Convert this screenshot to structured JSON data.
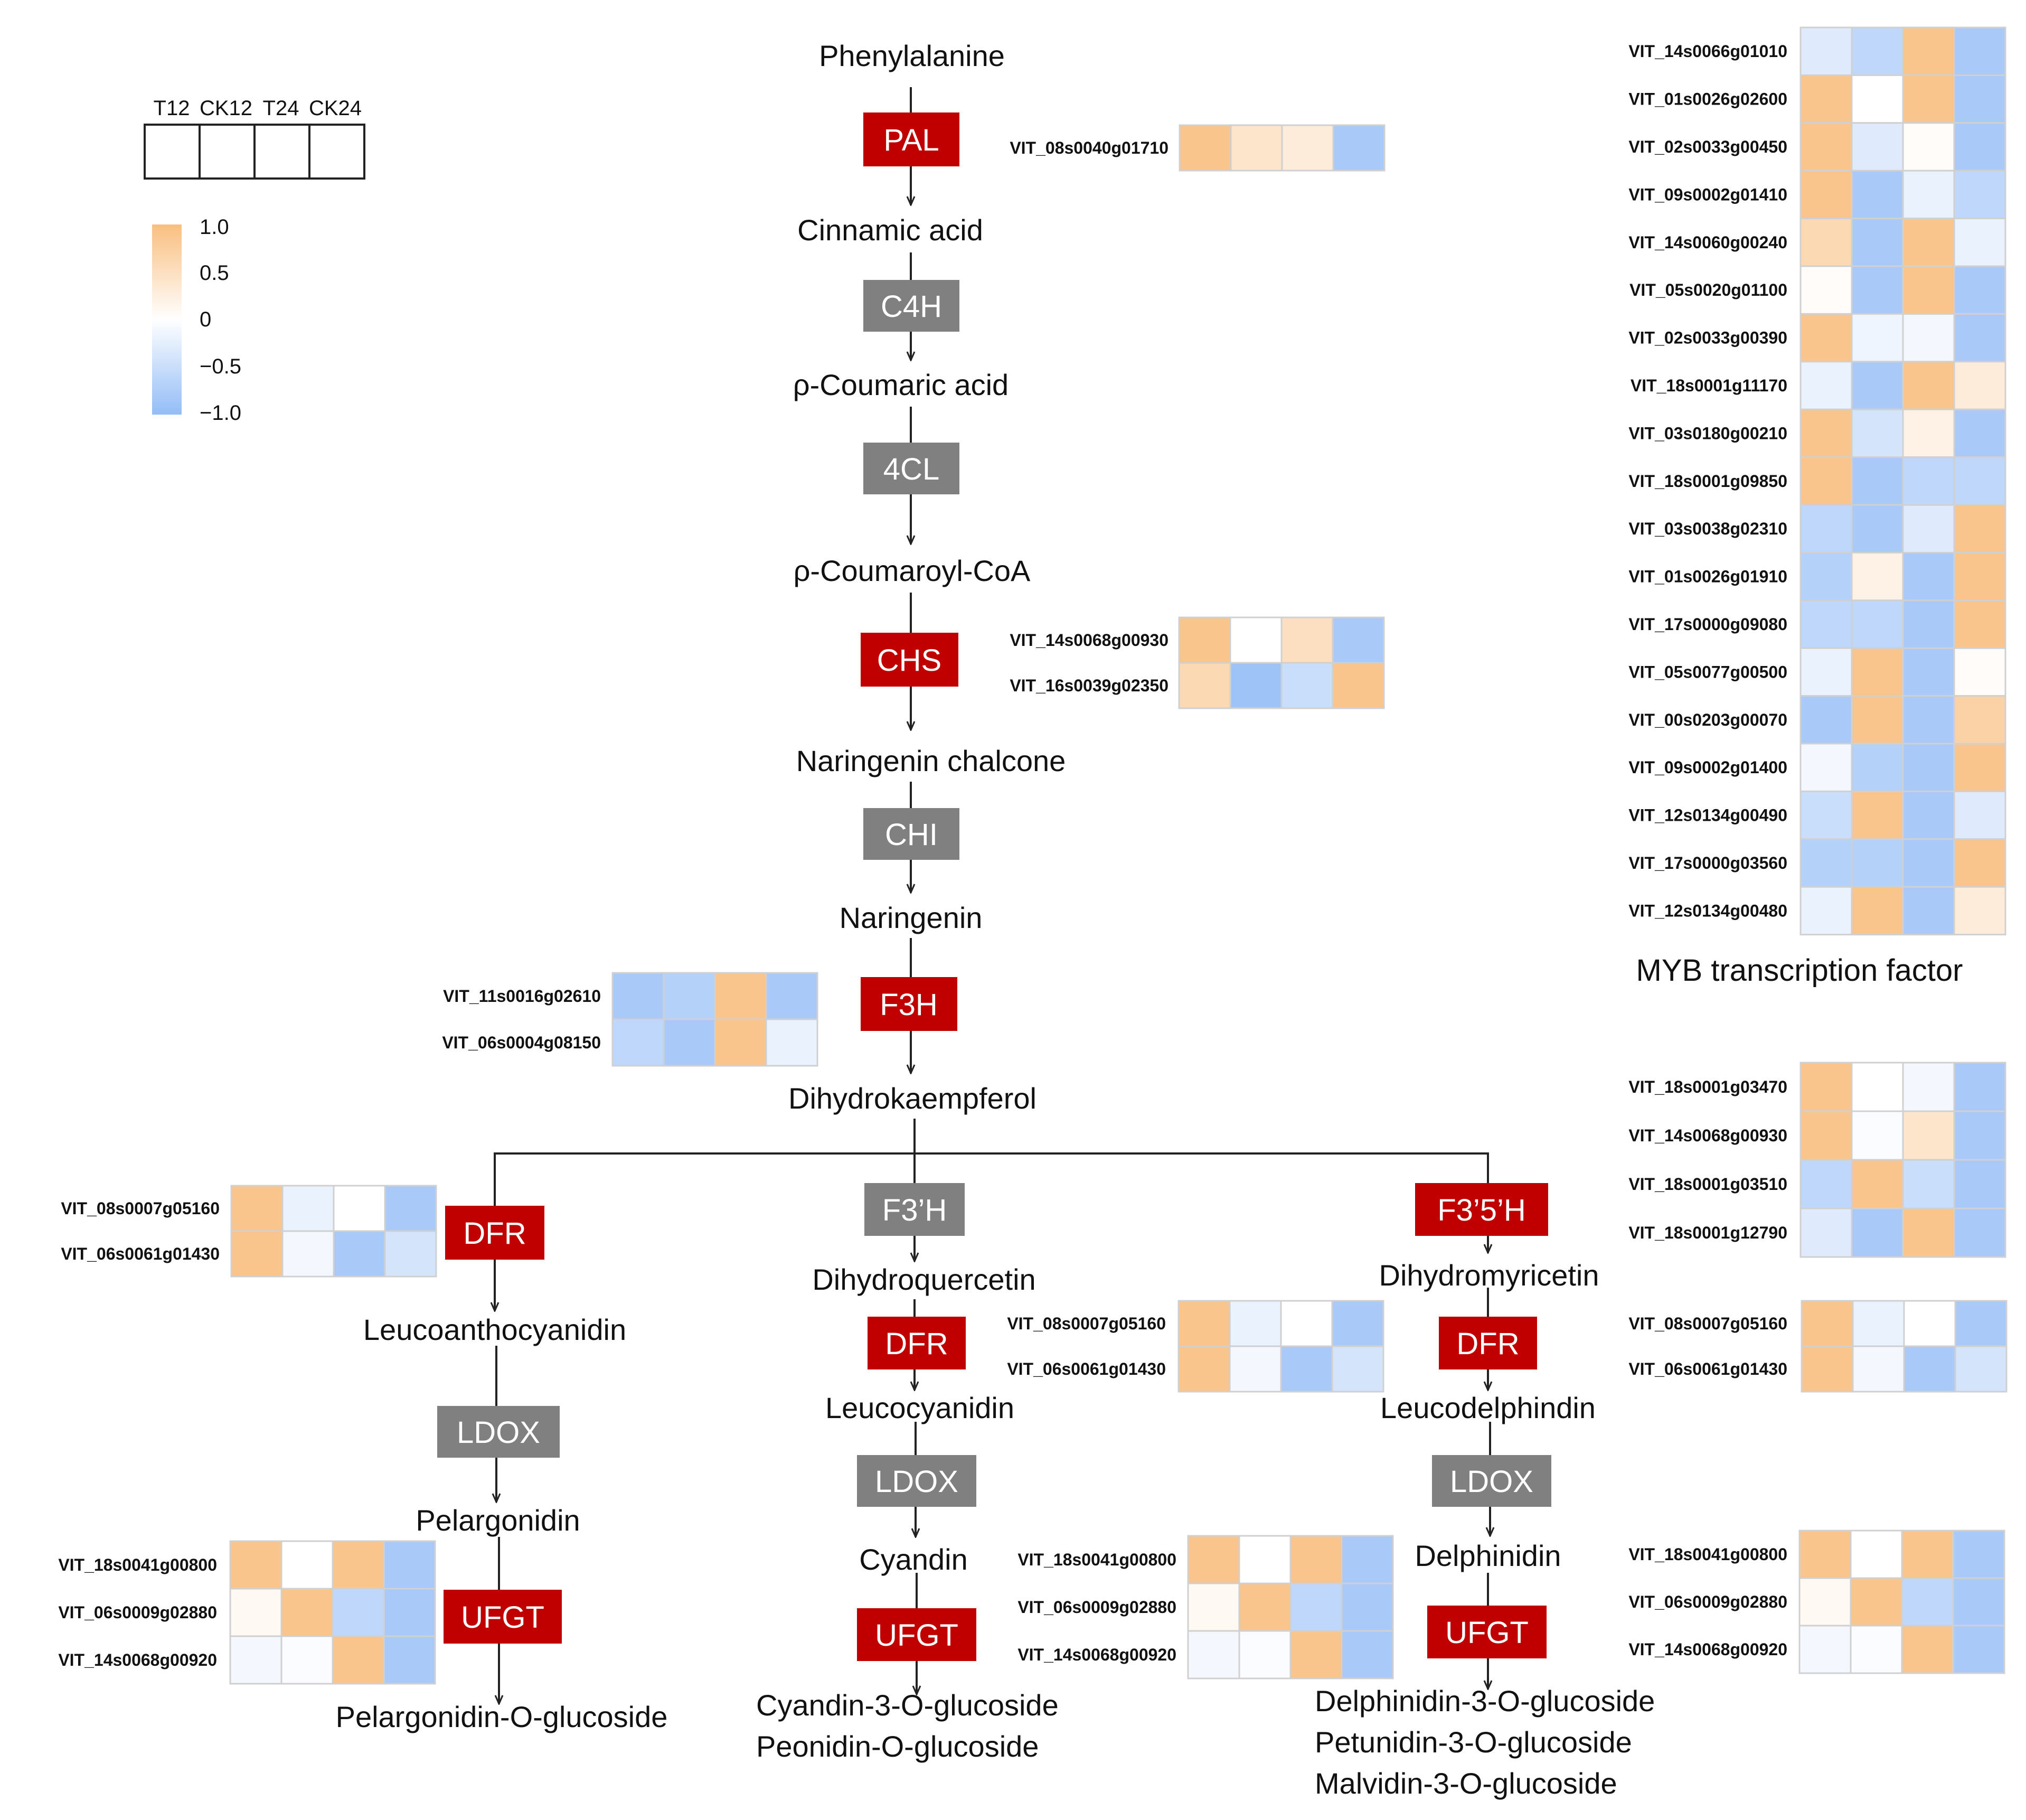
{
  "colors": {
    "enzyme_highlight": "#c00000",
    "enzyme_neutral": "#808080",
    "scale_high": "#f9bf80",
    "scale_mid": "#ffffff",
    "scale_low": "#93bdf6"
  },
  "legend": {
    "samples": [
      "T12",
      "CK12",
      "T24",
      "CK24"
    ],
    "scale_ticks": [
      "1.0",
      "0.5",
      "0",
      "−0.5",
      "−1.0"
    ]
  },
  "metabolites": {
    "phenylalanine": "Phenylalanine",
    "cinnamic_acid": "Cinnamic acid",
    "coumaric_acid": "ρ-Coumaric acid",
    "coumaroyl_coa": "ρ-Coumaroyl-CoA",
    "naringenin_chalcone": "Naringenin chalcone",
    "naringenin": "Naringenin",
    "dihydrokaempferol": "Dihydrokaempferol",
    "leucoanthocyanidin": "Leucoanthocyanidin",
    "pelargonidin": "Pelargonidin",
    "pelargonidin_glucoside": "Pelargonidin-O-glucoside",
    "dihydroquercetin": "Dihydroquercetin",
    "leucocyanidin": "Leucocyanidin",
    "cyandin": "Cyandin",
    "cyandin_glucoside": "Cyandin-3-O-glucoside",
    "peonidin_glucoside": "Peonidin-O-glucoside",
    "dihydromyricetin": "Dihydromyricetin",
    "leucodelphindin": "Leucodelphindin",
    "delphinidin": "Delphinidin",
    "delphinidin_glucoside": "Delphinidin-3-O-glucoside",
    "petunidin_glucoside": "Petunidin-3-O-glucoside",
    "malvidin_glucoside": "Malvidin-3-O-glucoside"
  },
  "enzymes": {
    "pal": "PAL",
    "c4h": "C4H",
    "cl4": "4CL",
    "chs": "CHS",
    "chi": "CHI",
    "f3h": "F3H",
    "f3ph": "F3’H",
    "f35h": "F3’5’H",
    "dfr_left": "DFR",
    "dfr_mid": "DFR",
    "dfr_right": "DFR",
    "ldox_left": "LDOX",
    "ldox_mid": "LDOX",
    "ldox_right": "LDOX",
    "ufgt_left": "UFGT",
    "ufgt_mid": "UFGT",
    "ufgt_right": "UFGT"
  },
  "heatmaps": {
    "pal": [
      {
        "gene": "VIT_08s0040g01710",
        "values": [
          0.9,
          0.4,
          0.3,
          -0.8
        ]
      }
    ],
    "chs": [
      {
        "gene": "VIT_14s0068g00930",
        "values": [
          0.9,
          0.0,
          0.5,
          -0.8
        ]
      },
      {
        "gene": "VIT_16s0039g02350",
        "values": [
          0.6,
          -0.9,
          -0.5,
          0.9
        ]
      }
    ],
    "f3h": [
      {
        "gene": "VIT_11s0016g02610",
        "values": [
          -0.8,
          -0.7,
          0.9,
          -0.8
        ]
      },
      {
        "gene": "VIT_06s0004g08150",
        "values": [
          -0.6,
          -0.8,
          0.9,
          -0.2
        ]
      }
    ],
    "dfr_left": [
      {
        "gene": "VIT_08s0007g05160",
        "values": [
          0.9,
          -0.2,
          0.0,
          -0.8
        ]
      },
      {
        "gene": "VIT_06s0061g01430",
        "values": [
          0.9,
          -0.1,
          -0.8,
          -0.4
        ]
      }
    ],
    "dfr_mid": [
      {
        "gene": "VIT_08s0007g05160",
        "values": [
          0.9,
          -0.2,
          0.0,
          -0.8
        ]
      },
      {
        "gene": "VIT_06s0061g01430",
        "values": [
          0.9,
          -0.1,
          -0.8,
          -0.4
        ]
      }
    ],
    "dfr_right": [
      {
        "gene": "VIT_08s0007g05160",
        "values": [
          0.9,
          -0.2,
          0.0,
          -0.8
        ]
      },
      {
        "gene": "VIT_06s0061g01430",
        "values": [
          0.9,
          -0.1,
          -0.8,
          -0.4
        ]
      }
    ],
    "ufgt_left": [
      {
        "gene": "VIT_18s0041g00800",
        "values": [
          0.9,
          0.0,
          0.9,
          -0.8
        ]
      },
      {
        "gene": "VIT_06s0009g02880",
        "values": [
          0.1,
          0.9,
          -0.6,
          -0.8
        ]
      },
      {
        "gene": "VIT_14s0068g00920",
        "values": [
          -0.1,
          -0.05,
          0.9,
          -0.8
        ]
      }
    ],
    "ufgt_mid": [
      {
        "gene": "VIT_18s0041g00800",
        "values": [
          0.9,
          0.0,
          0.9,
          -0.8
        ]
      },
      {
        "gene": "VIT_06s0009g02880",
        "values": [
          0.1,
          0.9,
          -0.6,
          -0.8
        ]
      },
      {
        "gene": "VIT_14s0068g00920",
        "values": [
          -0.1,
          -0.05,
          0.9,
          -0.8
        ]
      }
    ],
    "ufgt_right": [
      {
        "gene": "VIT_18s0041g00800",
        "values": [
          0.9,
          0.0,
          0.9,
          -0.8
        ]
      },
      {
        "gene": "VIT_06s0009g02880",
        "values": [
          0.1,
          0.9,
          -0.6,
          -0.8
        ]
      },
      {
        "gene": "VIT_14s0068g00920",
        "values": [
          -0.1,
          -0.05,
          0.9,
          -0.8
        ]
      }
    ],
    "f35h": [
      {
        "gene": "VIT_18s0001g03470",
        "values": [
          0.9,
          0.0,
          -0.1,
          -0.8
        ]
      },
      {
        "gene": "VIT_14s0068g00930",
        "values": [
          0.9,
          -0.05,
          0.4,
          -0.8
        ]
      },
      {
        "gene": "VIT_18s0001g03510",
        "values": [
          -0.6,
          0.9,
          -0.5,
          -0.8
        ]
      },
      {
        "gene": "VIT_18s0001g12790",
        "values": [
          -0.3,
          -0.8,
          0.9,
          -0.8
        ]
      }
    ],
    "myb": [
      {
        "gene": "VIT_14s0066g01010",
        "values": [
          -0.3,
          -0.6,
          0.9,
          -0.8
        ]
      },
      {
        "gene": "VIT_01s0026g02600",
        "values": [
          0.9,
          0.0,
          0.9,
          -0.8
        ]
      },
      {
        "gene": "VIT_02s0033g00450",
        "values": [
          0.9,
          -0.3,
          0.05,
          -0.8
        ]
      },
      {
        "gene": "VIT_09s0002g01410",
        "values": [
          0.9,
          -0.8,
          -0.2,
          -0.6
        ]
      },
      {
        "gene": "VIT_14s0060g00240",
        "values": [
          0.6,
          -0.8,
          0.9,
          -0.2
        ]
      },
      {
        "gene": "VIT_05s0020g01100",
        "values": [
          0.05,
          -0.8,
          0.9,
          -0.8
        ]
      },
      {
        "gene": "VIT_02s0033g00390",
        "values": [
          0.9,
          -0.15,
          -0.1,
          -0.8
        ]
      },
      {
        "gene": "VIT_18s0001g11170",
        "values": [
          -0.2,
          -0.8,
          0.9,
          0.3
        ]
      },
      {
        "gene": "VIT_03s0180g00210",
        "values": [
          0.9,
          -0.4,
          0.2,
          -0.8
        ]
      },
      {
        "gene": "VIT_18s0001g09850",
        "values": [
          0.9,
          -0.8,
          -0.6,
          -0.6
        ]
      },
      {
        "gene": "VIT_03s0038g02310",
        "values": [
          -0.6,
          -0.8,
          -0.3,
          0.9
        ]
      },
      {
        "gene": "VIT_01s0026g01910",
        "values": [
          -0.7,
          0.2,
          -0.8,
          0.9
        ]
      },
      {
        "gene": "VIT_17s0000g09080",
        "values": [
          -0.6,
          -0.6,
          -0.8,
          0.9
        ]
      },
      {
        "gene": "VIT_05s0077g00500",
        "values": [
          -0.2,
          0.9,
          -0.8,
          0.05
        ]
      },
      {
        "gene": "VIT_00s0203g00070",
        "values": [
          -0.8,
          0.9,
          -0.8,
          0.7
        ]
      },
      {
        "gene": "VIT_09s0002g01400",
        "values": [
          -0.1,
          -0.7,
          -0.8,
          0.9
        ]
      },
      {
        "gene": "VIT_12s0134g00490",
        "values": [
          -0.5,
          0.9,
          -0.8,
          -0.3
        ]
      },
      {
        "gene": "VIT_17s0000g03560",
        "values": [
          -0.7,
          -0.7,
          -0.8,
          0.9
        ]
      },
      {
        "gene": "VIT_12s0134g00480",
        "values": [
          -0.2,
          0.9,
          -0.8,
          0.3
        ]
      }
    ]
  },
  "myb_title": "MYB transcription factor"
}
